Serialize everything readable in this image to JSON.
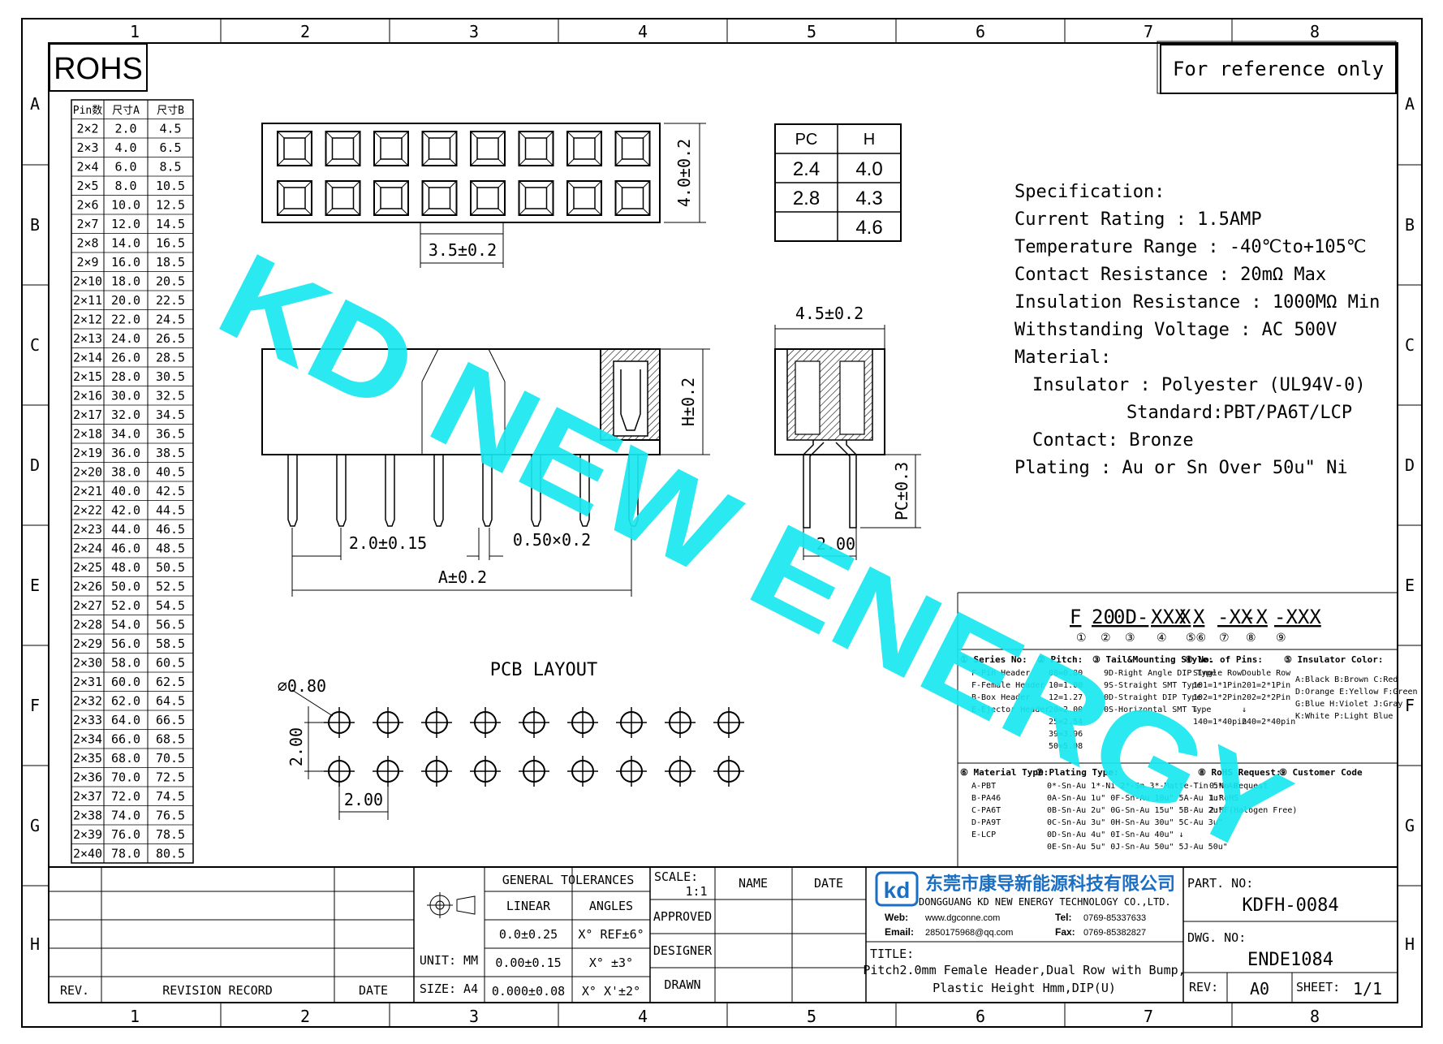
{
  "frame": {
    "columns": [
      "1",
      "2",
      "3",
      "4",
      "5",
      "6",
      "7",
      "8"
    ],
    "rows": [
      "A",
      "B",
      "C",
      "D",
      "E",
      "F",
      "G",
      "H"
    ]
  },
  "rohs": "ROHS",
  "reference_note": "For reference only",
  "watermark": "KD NEW ENERGY",
  "dimension_table": {
    "headers": [
      "Pin数",
      "尺寸A",
      "尺寸B"
    ],
    "rows": [
      [
        "2×2",
        "2.0",
        "4.5"
      ],
      [
        "2×3",
        "4.0",
        "6.5"
      ],
      [
        "2×4",
        "6.0",
        "8.5"
      ],
      [
        "2×5",
        "8.0",
        "10.5"
      ],
      [
        "2×6",
        "10.0",
        "12.5"
      ],
      [
        "2×7",
        "12.0",
        "14.5"
      ],
      [
        "2×8",
        "14.0",
        "16.5"
      ],
      [
        "2×9",
        "16.0",
        "18.5"
      ],
      [
        "2×10",
        "18.0",
        "20.5"
      ],
      [
        "2×11",
        "20.0",
        "22.5"
      ],
      [
        "2×12",
        "22.0",
        "24.5"
      ],
      [
        "2×13",
        "24.0",
        "26.5"
      ],
      [
        "2×14",
        "26.0",
        "28.5"
      ],
      [
        "2×15",
        "28.0",
        "30.5"
      ],
      [
        "2×16",
        "30.0",
        "32.5"
      ],
      [
        "2×17",
        "32.0",
        "34.5"
      ],
      [
        "2×18",
        "34.0",
        "36.5"
      ],
      [
        "2×19",
        "36.0",
        "38.5"
      ],
      [
        "2×20",
        "38.0",
        "40.5"
      ],
      [
        "2×21",
        "40.0",
        "42.5"
      ],
      [
        "2×22",
        "42.0",
        "44.5"
      ],
      [
        "2×23",
        "44.0",
        "46.5"
      ],
      [
        "2×24",
        "46.0",
        "48.5"
      ],
      [
        "2×25",
        "48.0",
        "50.5"
      ],
      [
        "2×26",
        "50.0",
        "52.5"
      ],
      [
        "2×27",
        "52.0",
        "54.5"
      ],
      [
        "2×28",
        "54.0",
        "56.5"
      ],
      [
        "2×29",
        "56.0",
        "58.5"
      ],
      [
        "2×30",
        "58.0",
        "60.5"
      ],
      [
        "2×31",
        "60.0",
        "62.5"
      ],
      [
        "2×32",
        "62.0",
        "64.5"
      ],
      [
        "2×33",
        "64.0",
        "66.5"
      ],
      [
        "2×34",
        "66.0",
        "68.5"
      ],
      [
        "2×35",
        "68.0",
        "70.5"
      ],
      [
        "2×36",
        "70.0",
        "72.5"
      ],
      [
        "2×37",
        "72.0",
        "74.5"
      ],
      [
        "2×38",
        "74.0",
        "76.5"
      ],
      [
        "2×39",
        "76.0",
        "78.5"
      ],
      [
        "2×40",
        "78.0",
        "80.5"
      ]
    ]
  },
  "pc_h_table": {
    "headers": [
      "PC",
      "H"
    ],
    "rows": [
      [
        "2.4",
        "4.0"
      ],
      [
        "2.8",
        "4.3"
      ],
      [
        "",
        "4.6"
      ]
    ]
  },
  "dimensions": {
    "top_height": "4.0±0.2",
    "top_width": "3.5±0.2",
    "side_width": "4.5±0.2",
    "height": "H±0.2",
    "pc": "PC±0.3",
    "pin_pitch": "2.0±0.15",
    "pin_size": "0.50×0.2",
    "length_a": "A±0.2",
    "side_pitch": "2.00"
  },
  "pcb_layout": {
    "title": "PCB LAYOUT",
    "hole": "⌀0.80",
    "pitch_v": "2.00",
    "pitch_h": "2.00"
  },
  "specification": {
    "title": "Specification:",
    "lines": [
      "Current Rating : 1.5AMP",
      "Temperature Range : -40℃to+105℃",
      "Contact Resistance : 20mΩ Max",
      "Insulation Resistance : 1000MΩ Min",
      "Withstanding Voltage : AC 500V",
      "Material:",
      "  Insulator : Polyester (UL94V-0)",
      "Standard:PBT/PA6T/LCP",
      "Contact: Bronze",
      "Plating : Au or Sn Over 50u\" Ni"
    ]
  },
  "part_code": {
    "segments": [
      "F",
      "20",
      "0D-",
      "XXX",
      "X",
      "X",
      "-XX",
      "-X",
      "-XXX"
    ],
    "markers": [
      "①",
      "②",
      "③",
      "④",
      "⑤⑥",
      "⑦",
      "⑧",
      "⑨"
    ],
    "col1_title": "① Series No:",
    "col1": [
      "F-Pin Header",
      "F-Female Header",
      "B-Box Header",
      "E-Ejector Header"
    ],
    "col2_title": "② Pitch:",
    "col2": [
      "08=0.80",
      "10=1.00",
      "12=1.27",
      "20=2.00",
      "25=2.54",
      "39=3.96",
      "50=5.08"
    ],
    "col3_title": "③ Tail&Mounting Style:",
    "col3": [
      "9D-Right Angle DIP Type",
      "9S-Straight SMT Type",
      "0D-Straight DIP Type",
      "0S-Horizontal SMT Type"
    ],
    "col4_title": "④ No. of Pins:",
    "col4_a": [
      "Single Row",
      "101=1*1Pin",
      "102=1*2Pin",
      "↓",
      "140=1*40pin"
    ],
    "col4_b": [
      "Double Row",
      "201=2*1Pin",
      "202=2*2Pin",
      "↓",
      "240=2*40pin"
    ],
    "col5_title": "⑤ Insulator Color:",
    "col5": [
      "A:Black  B:Brown  C:Red",
      "D:Orange E:Yellow F:Green",
      "G:Blue   H:Violet J:Gray",
      "K:White  P:Light Blue"
    ],
    "col6_title": "⑥ Material Type:",
    "col6": [
      "A-PBT",
      "B-PA46",
      "C-PA6T",
      "D-PA9T",
      "E-LCP"
    ],
    "col7_title": "⑦ Plating Type:",
    "col7": [
      "0*-Sn-Au 1*-Ni 2*-Sn 3*-Matte-Tin 5*-Au",
      "0A-Sn-Au 1u\" 0F-Sn-Au 10u\"  5A-Au 1u\"",
      "0B-Sn-Au 2u\" 0G-Sn-Au 15u\"  5B-Au 2u\"",
      "0C-Sn-Au 3u\" 0H-Sn-Au 30u\"  5C-Au 3u\"",
      "0D-Sn-Au 4u\" 0I-Sn-Au 40u\"     ↓",
      "0E-Sn-Au 5u\" 0J-Sn-Au 50u\"  5J-Au 50u\""
    ],
    "col8_title": "⑧ RoHS Request:",
    "col8": [
      "0:No Request",
      "1:RoHS",
      "2:HF(Halogen Free)"
    ],
    "col9_title": "⑨ Customer Code"
  },
  "title_block": {
    "rev_label": "REV.",
    "revision_record": "REVISION RECORD",
    "date_label": "DATE",
    "unit": "UNIT: MM",
    "size": "SIZE: A4",
    "general_tolerances": "GENERAL TOLERANCES",
    "linear": "LINEAR",
    "angles": "ANGLES",
    "tol_linear": [
      "0.0±0.25",
      "0.00±0.15",
      "0.000±0.08"
    ],
    "tol_angles": [
      "X° REF±6°",
      "X° ±3°",
      "X° X'±2°"
    ],
    "scale_label": "SCALE:",
    "scale_value": "1:1",
    "name_label": "NAME",
    "date_col_label": "DATE",
    "approved": "APPROVED",
    "designer": "DESIGNER",
    "drawn": "DRAWN",
    "company_cn": "东莞市康导新能源科技有限公司",
    "company_en": "DONGGUANG KD NEW ENERGY TECHNOLOGY CO.,LTD.",
    "web_label": "Web:",
    "web": "www.dgconne.com",
    "tel_label": "Tel:",
    "tel": "0769-85337633",
    "email_label": "Email:",
    "email": "2850175968@qq.com",
    "fax_label": "Fax:",
    "fax": "0769-85382827",
    "title_label": "TITLE:",
    "title_line1": "Pitch2.0mm Female Header,Dual Row with Bump,",
    "title_line2": "Plastic Height Hmm,DIP(U)",
    "part_no_label": "PART. NO:",
    "part_no": "KDFH-0084",
    "dwg_no_label": "DWG. NO:",
    "dwg_no": "ENDE1084",
    "rev_block_label": "REV:",
    "rev_value": "A0",
    "sheet_label": "SHEET:",
    "sheet_value": "1/1"
  },
  "colors": {
    "watermark": "#19e8f0",
    "logo": "#1a6fc4"
  }
}
